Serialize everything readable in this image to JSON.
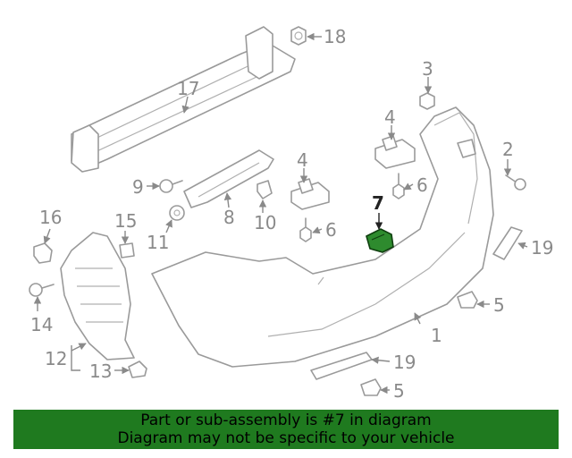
{
  "diagram": {
    "callouts": [
      "1",
      "2",
      "3",
      "4",
      "4",
      "5",
      "5",
      "6",
      "6",
      "7",
      "8",
      "9",
      "10",
      "11",
      "12",
      "13",
      "14",
      "15",
      "16",
      "17",
      "18",
      "19",
      "19"
    ],
    "highlighted_part": "7",
    "highlight_color": "#2e8b2e"
  },
  "banner": {
    "line1": "Part or sub-assembly is #7 in diagram",
    "line2": "Diagram may not be specific to your vehicle",
    "background": "#1f7a1f"
  }
}
